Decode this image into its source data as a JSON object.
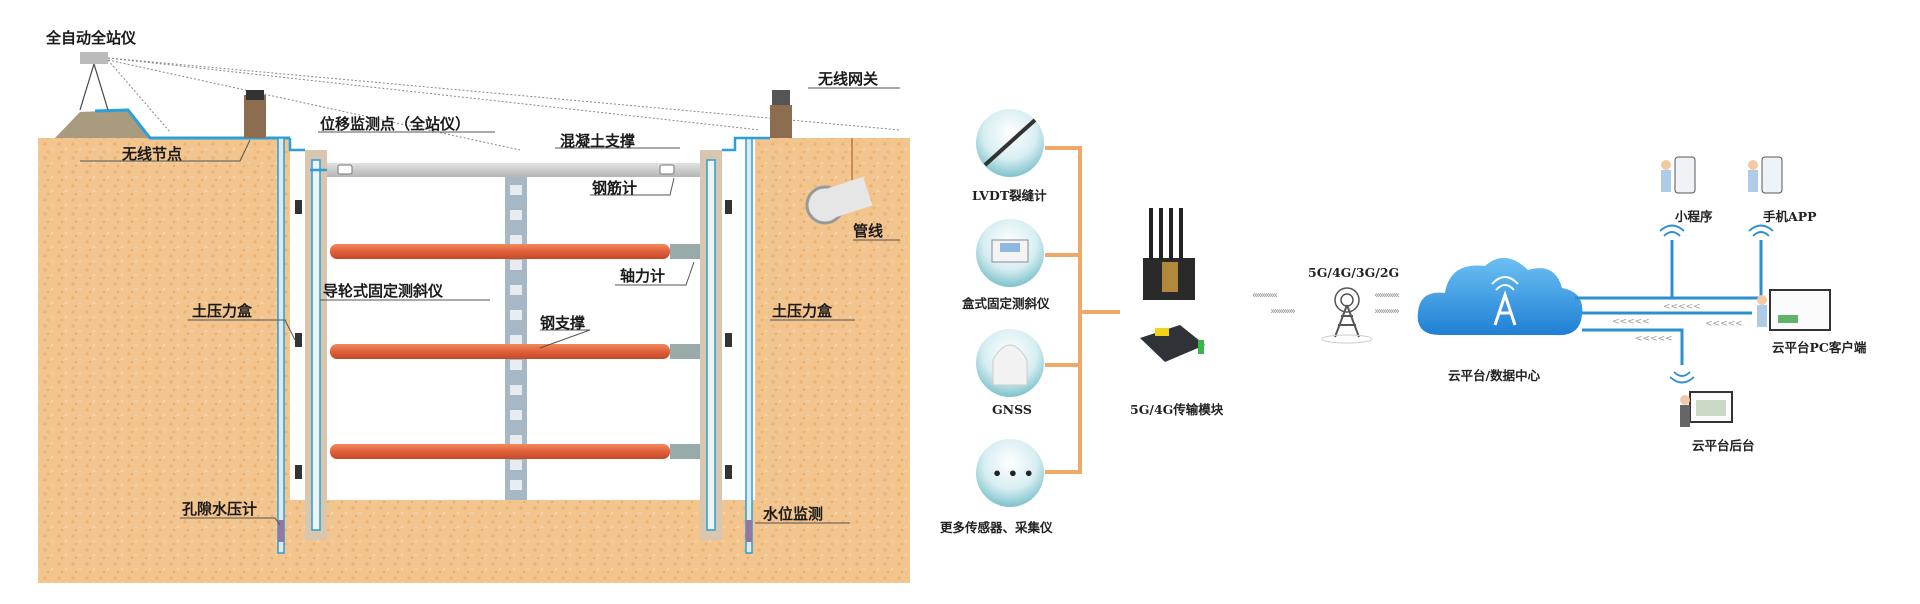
{
  "left_diagram": {
    "title": "Foundation pit monitoring cross-section",
    "labels": {
      "total_station": "全自动全站仪",
      "wireless_node": "无线节点",
      "displacement_point": "位移监测点（全站仪）",
      "concrete_support": "混凝土支撑",
      "wireless_gateway": "无线网关",
      "rebar_meter": "钢筋计",
      "pipeline": "管线",
      "axial_force_meter": "轴力计",
      "guide_wheel_inclinometer": "导轮式固定测斜仪",
      "earth_pressure_cell_left": "土压力盒",
      "earth_pressure_cell_right": "土压力盒",
      "steel_support": "钢支撑",
      "pore_water_pressure_meter": "孔隙水压计",
      "water_level_monitoring": "水位监测"
    },
    "colors": {
      "soil": "#f2c48e",
      "steel_support": "#e0603a",
      "cable": "#2a9fd6",
      "concrete": "#c8c8c8",
      "wall": "#d8c7ae"
    }
  },
  "right_diagram": {
    "sensors": [
      {
        "label": "LVDT裂缝计",
        "icon": "lvdt-crack-meter-icon"
      },
      {
        "label": "盒式固定测斜仪",
        "icon": "box-inclinometer-icon"
      },
      {
        "label": "GNSS",
        "icon": "gnss-antenna-icon"
      },
      {
        "label": "更多传感器、采集仪",
        "icon": "more-sensors-icon",
        "glyph": "• • •"
      }
    ],
    "transmission_module": {
      "label": "5G/4G传输模块"
    },
    "network": {
      "label": "5G/4G/3G/2G",
      "arrows_left": "‹‹‹‹‹‹‹‹‹‹‹‹",
      "arrows_right": "››››››››››››"
    },
    "cloud": {
      "label": "云平台/数据中心"
    },
    "clients": [
      {
        "label": "小程序",
        "icon": "mini-program-user-icon"
      },
      {
        "label": "手机APP",
        "icon": "mobile-app-user-icon"
      },
      {
        "label": "云平台PC客户端",
        "icon": "pc-client-user-icon"
      },
      {
        "label": "云平台后台",
        "icon": "backend-user-icon"
      }
    ],
    "flow_arrows": "<<<<<",
    "colors": {
      "bus": "#f0a868",
      "link": "#2b8fd0",
      "cloud": "#2f8fe0"
    }
  }
}
